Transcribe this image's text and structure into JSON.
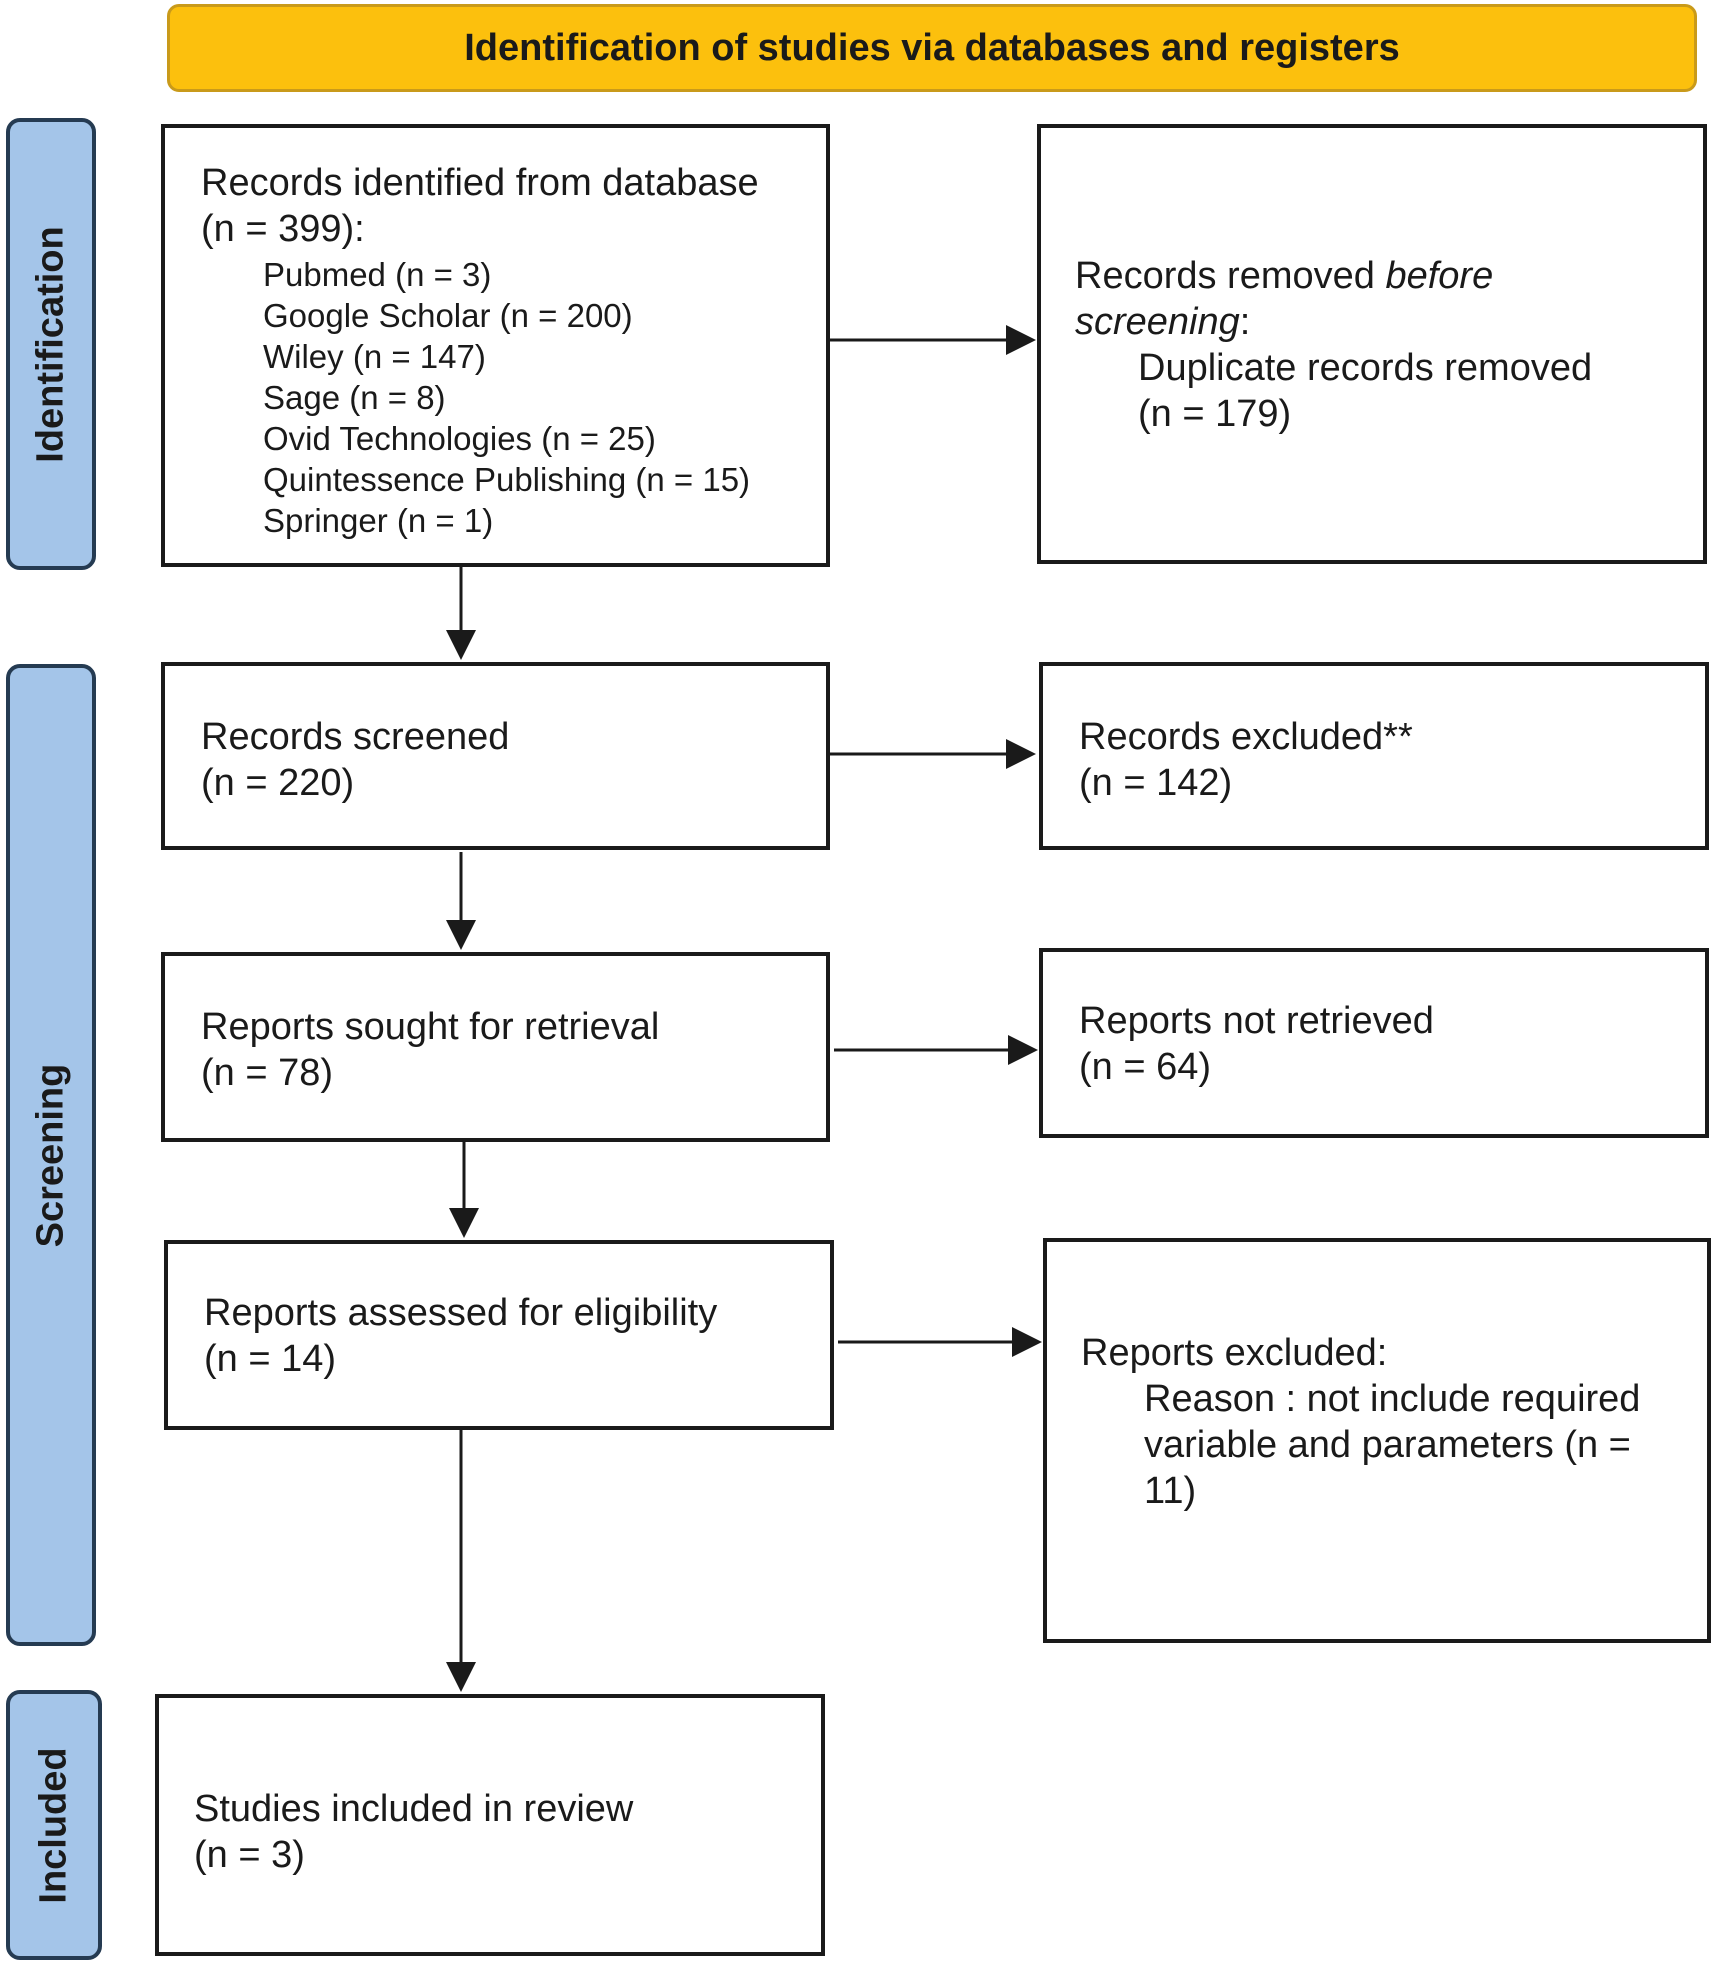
{
  "header": {
    "title": "Identification of studies via databases and registers"
  },
  "phases": {
    "identification": "Identification",
    "screening": "Screening",
    "included": "Included"
  },
  "boxes": {
    "records_identified": {
      "title": "Records identified from database",
      "count": "(n = 399):",
      "sources": [
        "Pubmed (n = 3)",
        "Google Scholar (n = 200)",
        "Wiley (n = 147)",
        "Sage (n = 8)",
        "Ovid Technologies (n = 25)",
        "Quintessence Publishing (n = 15)",
        "Springer (n = 1)"
      ]
    },
    "records_removed": {
      "title_prefix": "Records removed ",
      "title_italic": "before",
      "title_italic2": "screening",
      "title_suffix": ":",
      "detail": "Duplicate records removed",
      "count": "(n = 179)"
    },
    "records_screened": {
      "title": "Records screened",
      "count": "(n = 220)"
    },
    "records_excluded": {
      "title": "Records excluded**",
      "count": "(n = 142)"
    },
    "reports_sought": {
      "title": "Reports sought for retrieval",
      "count": "(n = 78)"
    },
    "reports_not_retrieved": {
      "title": "Reports not retrieved",
      "count": "(n = 64)"
    },
    "reports_assessed": {
      "title": "Reports assessed for eligibility",
      "count": "(n = 14)"
    },
    "reports_excluded": {
      "title": "Reports excluded:",
      "reason_lines": [
        "Reason : not include required",
        "variable and parameters (n =",
        "11)"
      ]
    },
    "studies_included": {
      "title": "Studies included in review",
      "count": "(n = 3)"
    }
  }
}
